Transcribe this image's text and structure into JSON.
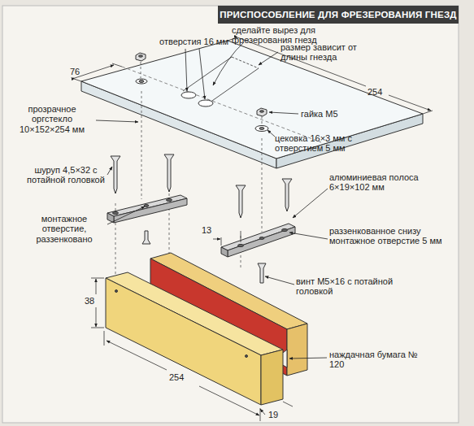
{
  "diagram": {
    "title": "ПРИСПОСОБЛЕНИЕ ДЛЯ ФРЕЗЕРОВАНИЯ ГНЕЗД",
    "labels": [
      "отверстия 16 мм",
      "сделайте вырез для фрезерования гнезд",
      "76",
      "размер зависит от длины гнезда",
      "254",
      "прозрачное оргстекло 10×152×254 мм",
      "гайка М5",
      "цековка 16×3 мм с отверстием 5 мм",
      "шуруп 4,5×32 с потайной головкой",
      "алюминиевая полоса 6×19×102 мм",
      "монтажное отверстие, раззенковано",
      "13",
      "раззенкованное снизу монтажное отверстие 5 мм",
      "38",
      "винт М5×16 с потайной головкой",
      "254",
      "наждачная бумага № 120",
      "19"
    ]
  }
}
